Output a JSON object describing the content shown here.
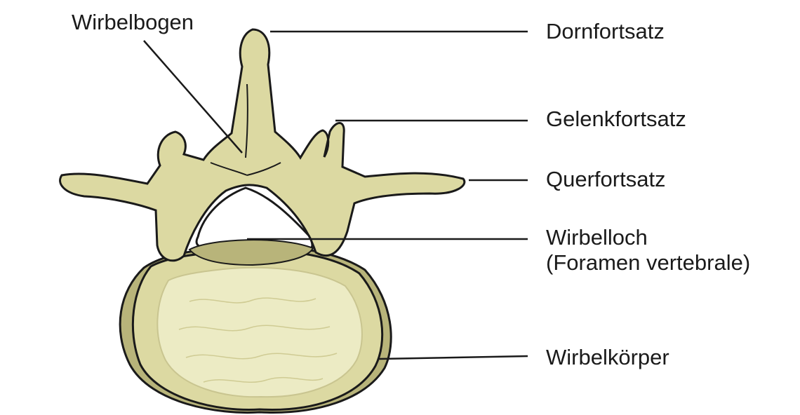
{
  "diagram": {
    "colors": {
      "bone": "#dcd9a2",
      "bone_shadow": "#b8b47a",
      "bone_light": "#ecebc4",
      "outline": "#1a1a1a",
      "leader": "#1a1a1a"
    },
    "labels": {
      "wirbelbogen": "Wirbelbogen",
      "dornfortsatz": "Dornfortsatz",
      "gelenkfortsatz": "Gelenkfortsatz",
      "querfortsatz": "Querfortsatz",
      "wirbelloch": "Wirbelloch",
      "wirbelloch_sub": "(Foramen vertebrale)",
      "wirbelkoerper": "Wirbelkörper"
    }
  }
}
